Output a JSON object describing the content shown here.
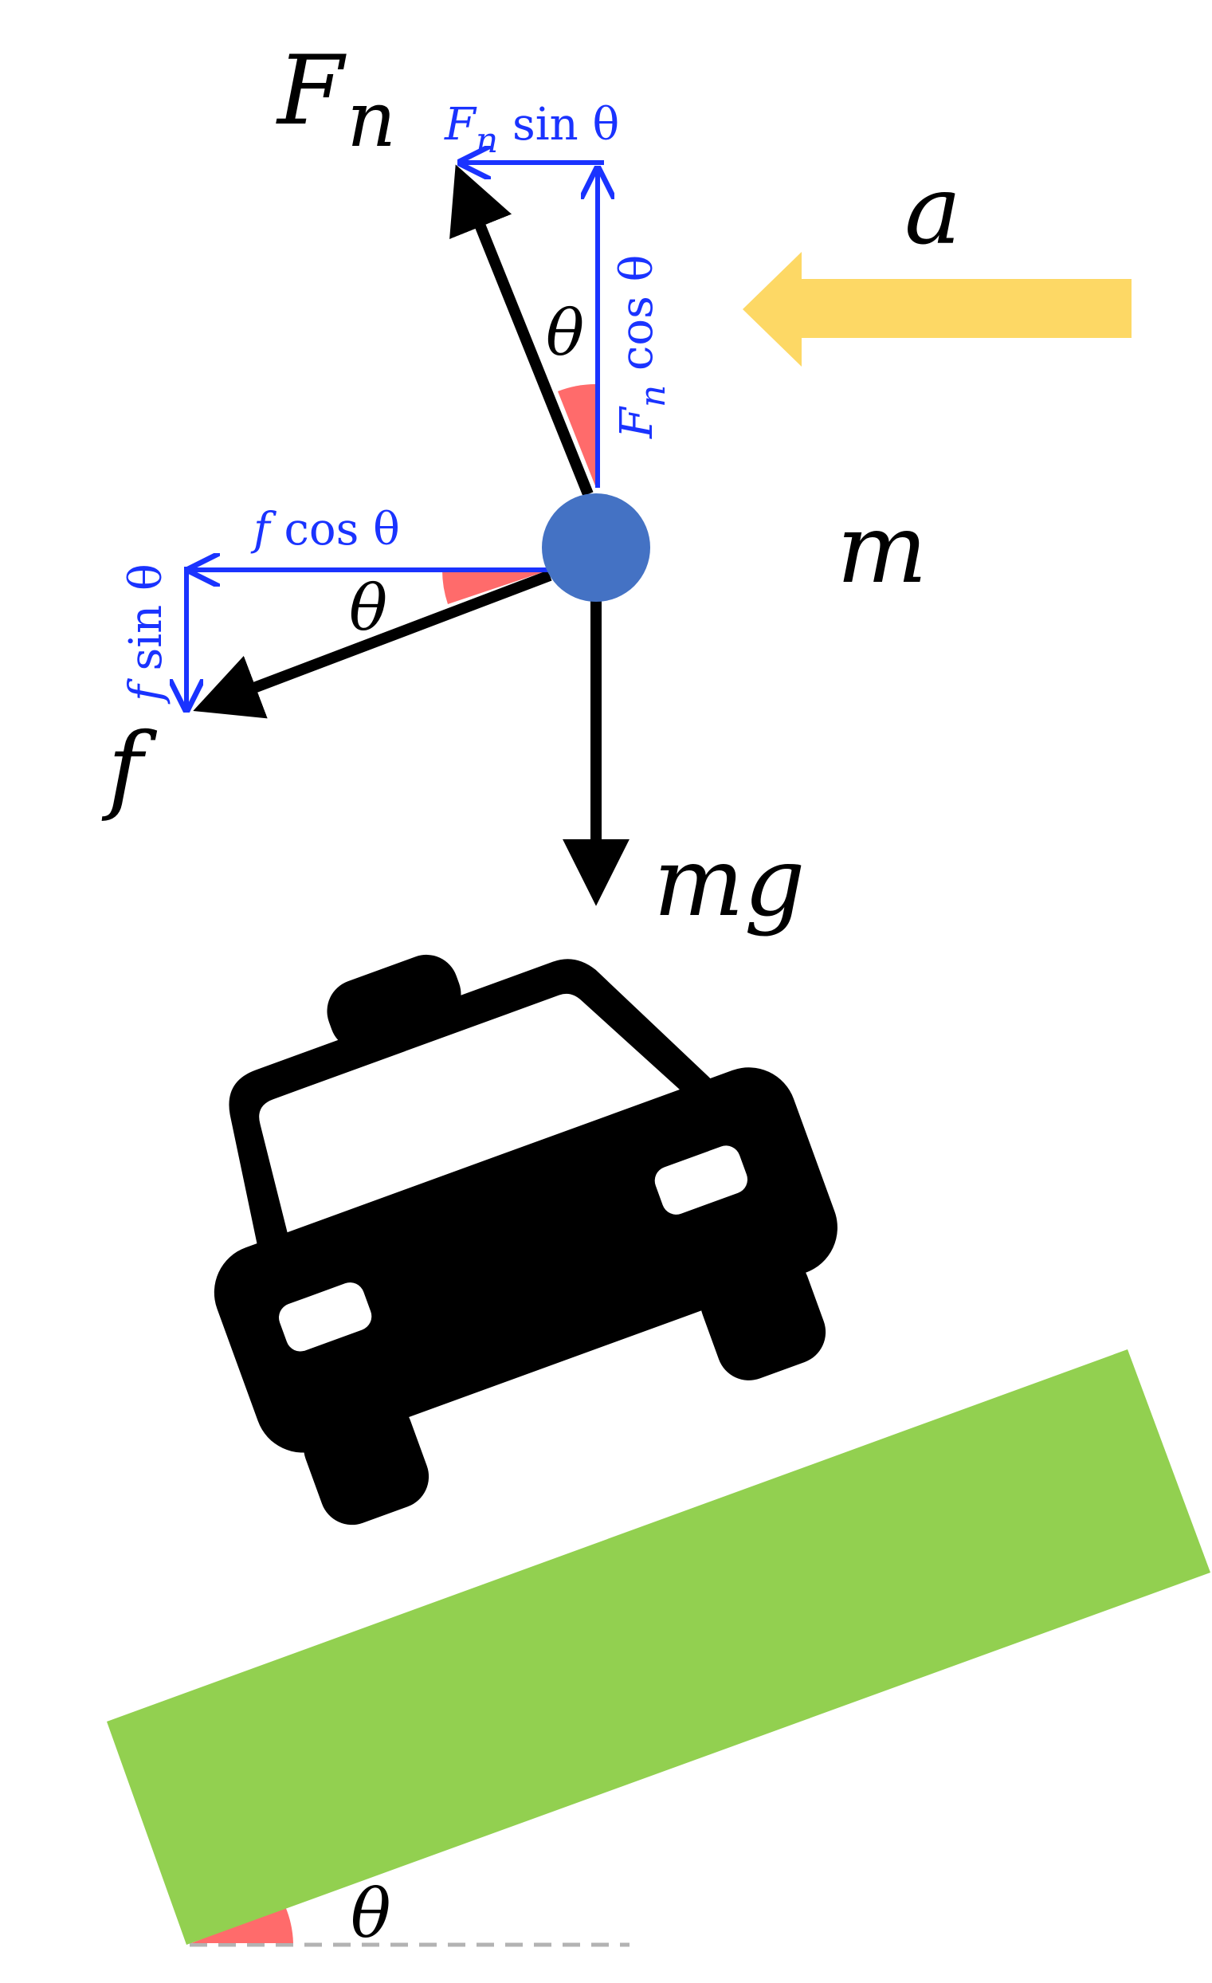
{
  "labels": {
    "normal_force": "F",
    "normal_force_sub": "n",
    "friction": "f",
    "weight": "mg",
    "mass": "m",
    "acceleration": "a",
    "theta_upper": "θ",
    "theta_left": "θ",
    "theta_incline": "θ",
    "fn_sin_F": "F",
    "fn_sin_sub": "n",
    "fn_sin_rest": " sin θ",
    "fn_cos_F": "F",
    "fn_cos_sub": "n",
    "fn_cos_rest": " cos θ",
    "f_cos": "f",
    "f_cos_rest": " cos θ",
    "f_sin": "f",
    "f_sin_rest": " sin θ"
  },
  "colors": {
    "force_arrow": "#000000",
    "component_arrow": "#1a33ff",
    "mass_dot": "#4472c4",
    "angle_marker": "#ff6b6b",
    "acceleration_arrow": "#fdd865",
    "incline": "#92d050",
    "ground_dash": "#b3b3b3",
    "car": "#000000"
  },
  "icons": {
    "vehicle": "car-icon"
  }
}
